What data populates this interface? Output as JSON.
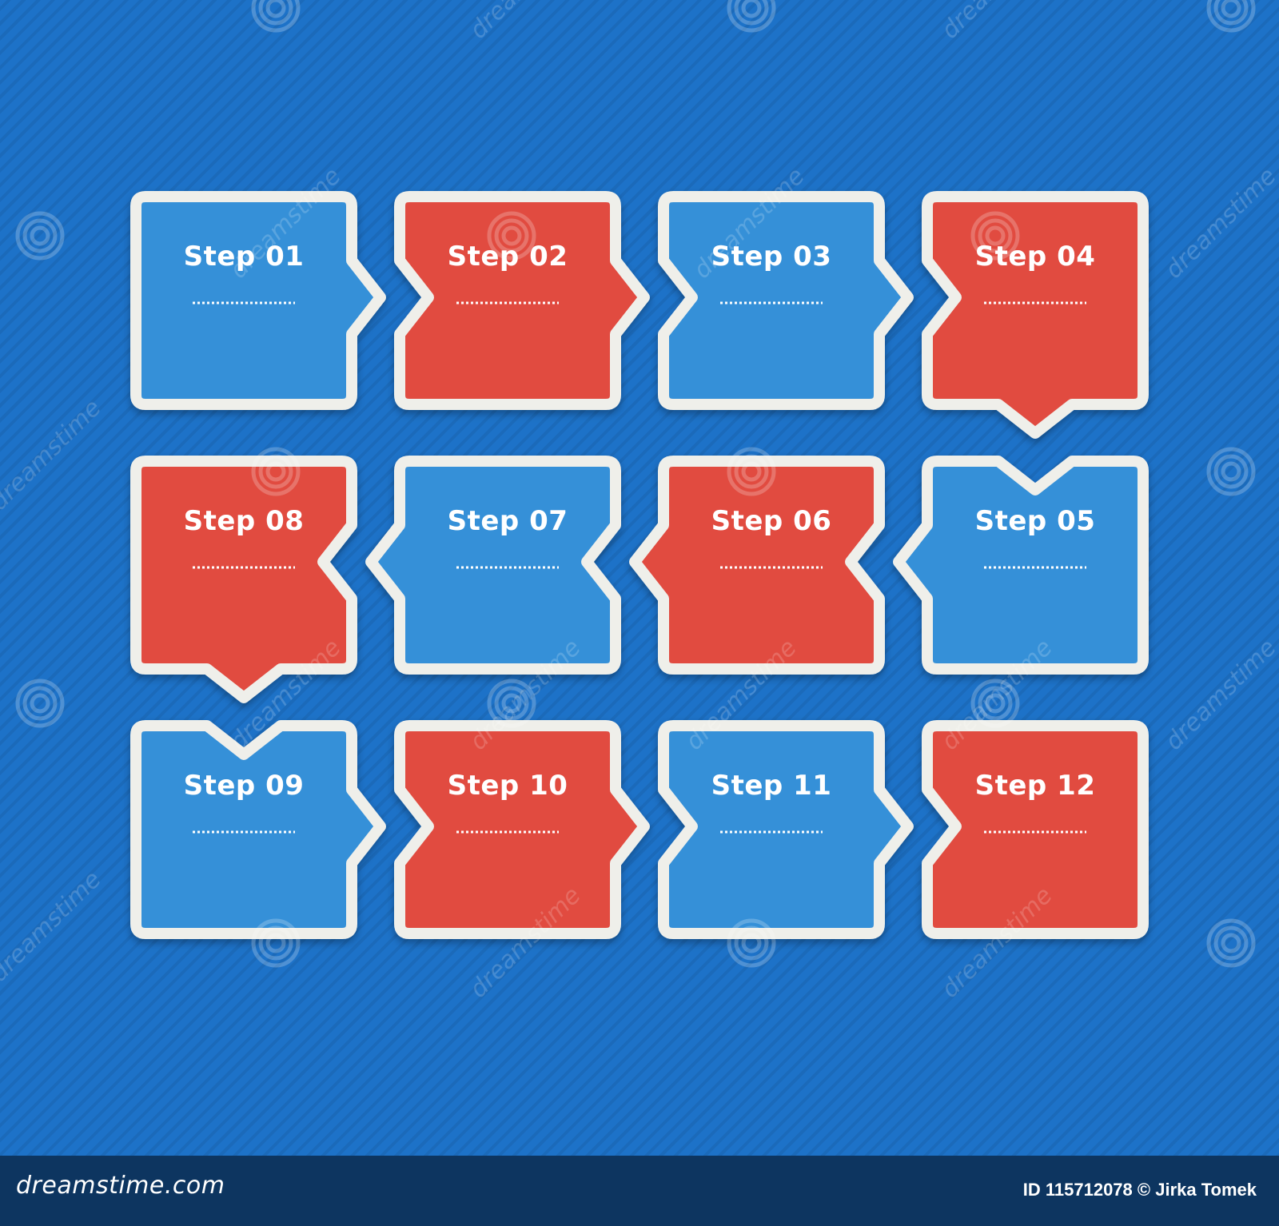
{
  "colors": {
    "background": "#1d72c8",
    "box_blue": "#3590d8",
    "box_red": "#e14b3f",
    "border": "#efefea"
  },
  "steps": [
    {
      "label": "Step 01",
      "color": "blue"
    },
    {
      "label": "Step 02",
      "color": "red"
    },
    {
      "label": "Step 03",
      "color": "blue"
    },
    {
      "label": "Step 04",
      "color": "red"
    },
    {
      "label": "Step 05",
      "color": "blue"
    },
    {
      "label": "Step 06",
      "color": "red"
    },
    {
      "label": "Step 07",
      "color": "blue"
    },
    {
      "label": "Step 08",
      "color": "red"
    },
    {
      "label": "Step 09",
      "color": "blue"
    },
    {
      "label": "Step 10",
      "color": "red"
    },
    {
      "label": "Step 11",
      "color": "blue"
    },
    {
      "label": "Step 12",
      "color": "red"
    }
  ],
  "watermark": {
    "repeated_text": "dreamstime",
    "logo_text": "dreamstime.com",
    "credit": "ID 115712078 © Jirka Tomek"
  }
}
